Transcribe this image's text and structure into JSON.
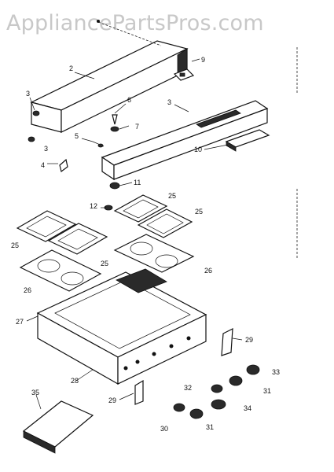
{
  "watermark": "AppliancePartsPros.com",
  "callouts": [
    "2",
    "3",
    "3",
    "3",
    "4",
    "5",
    "6",
    "7",
    "9",
    "10",
    "11",
    "12",
    "25",
    "25",
    "25",
    "25",
    "26",
    "26",
    "27",
    "28",
    "29",
    "29",
    "30",
    "31",
    "31",
    "32",
    "33",
    "34",
    "35"
  ]
}
